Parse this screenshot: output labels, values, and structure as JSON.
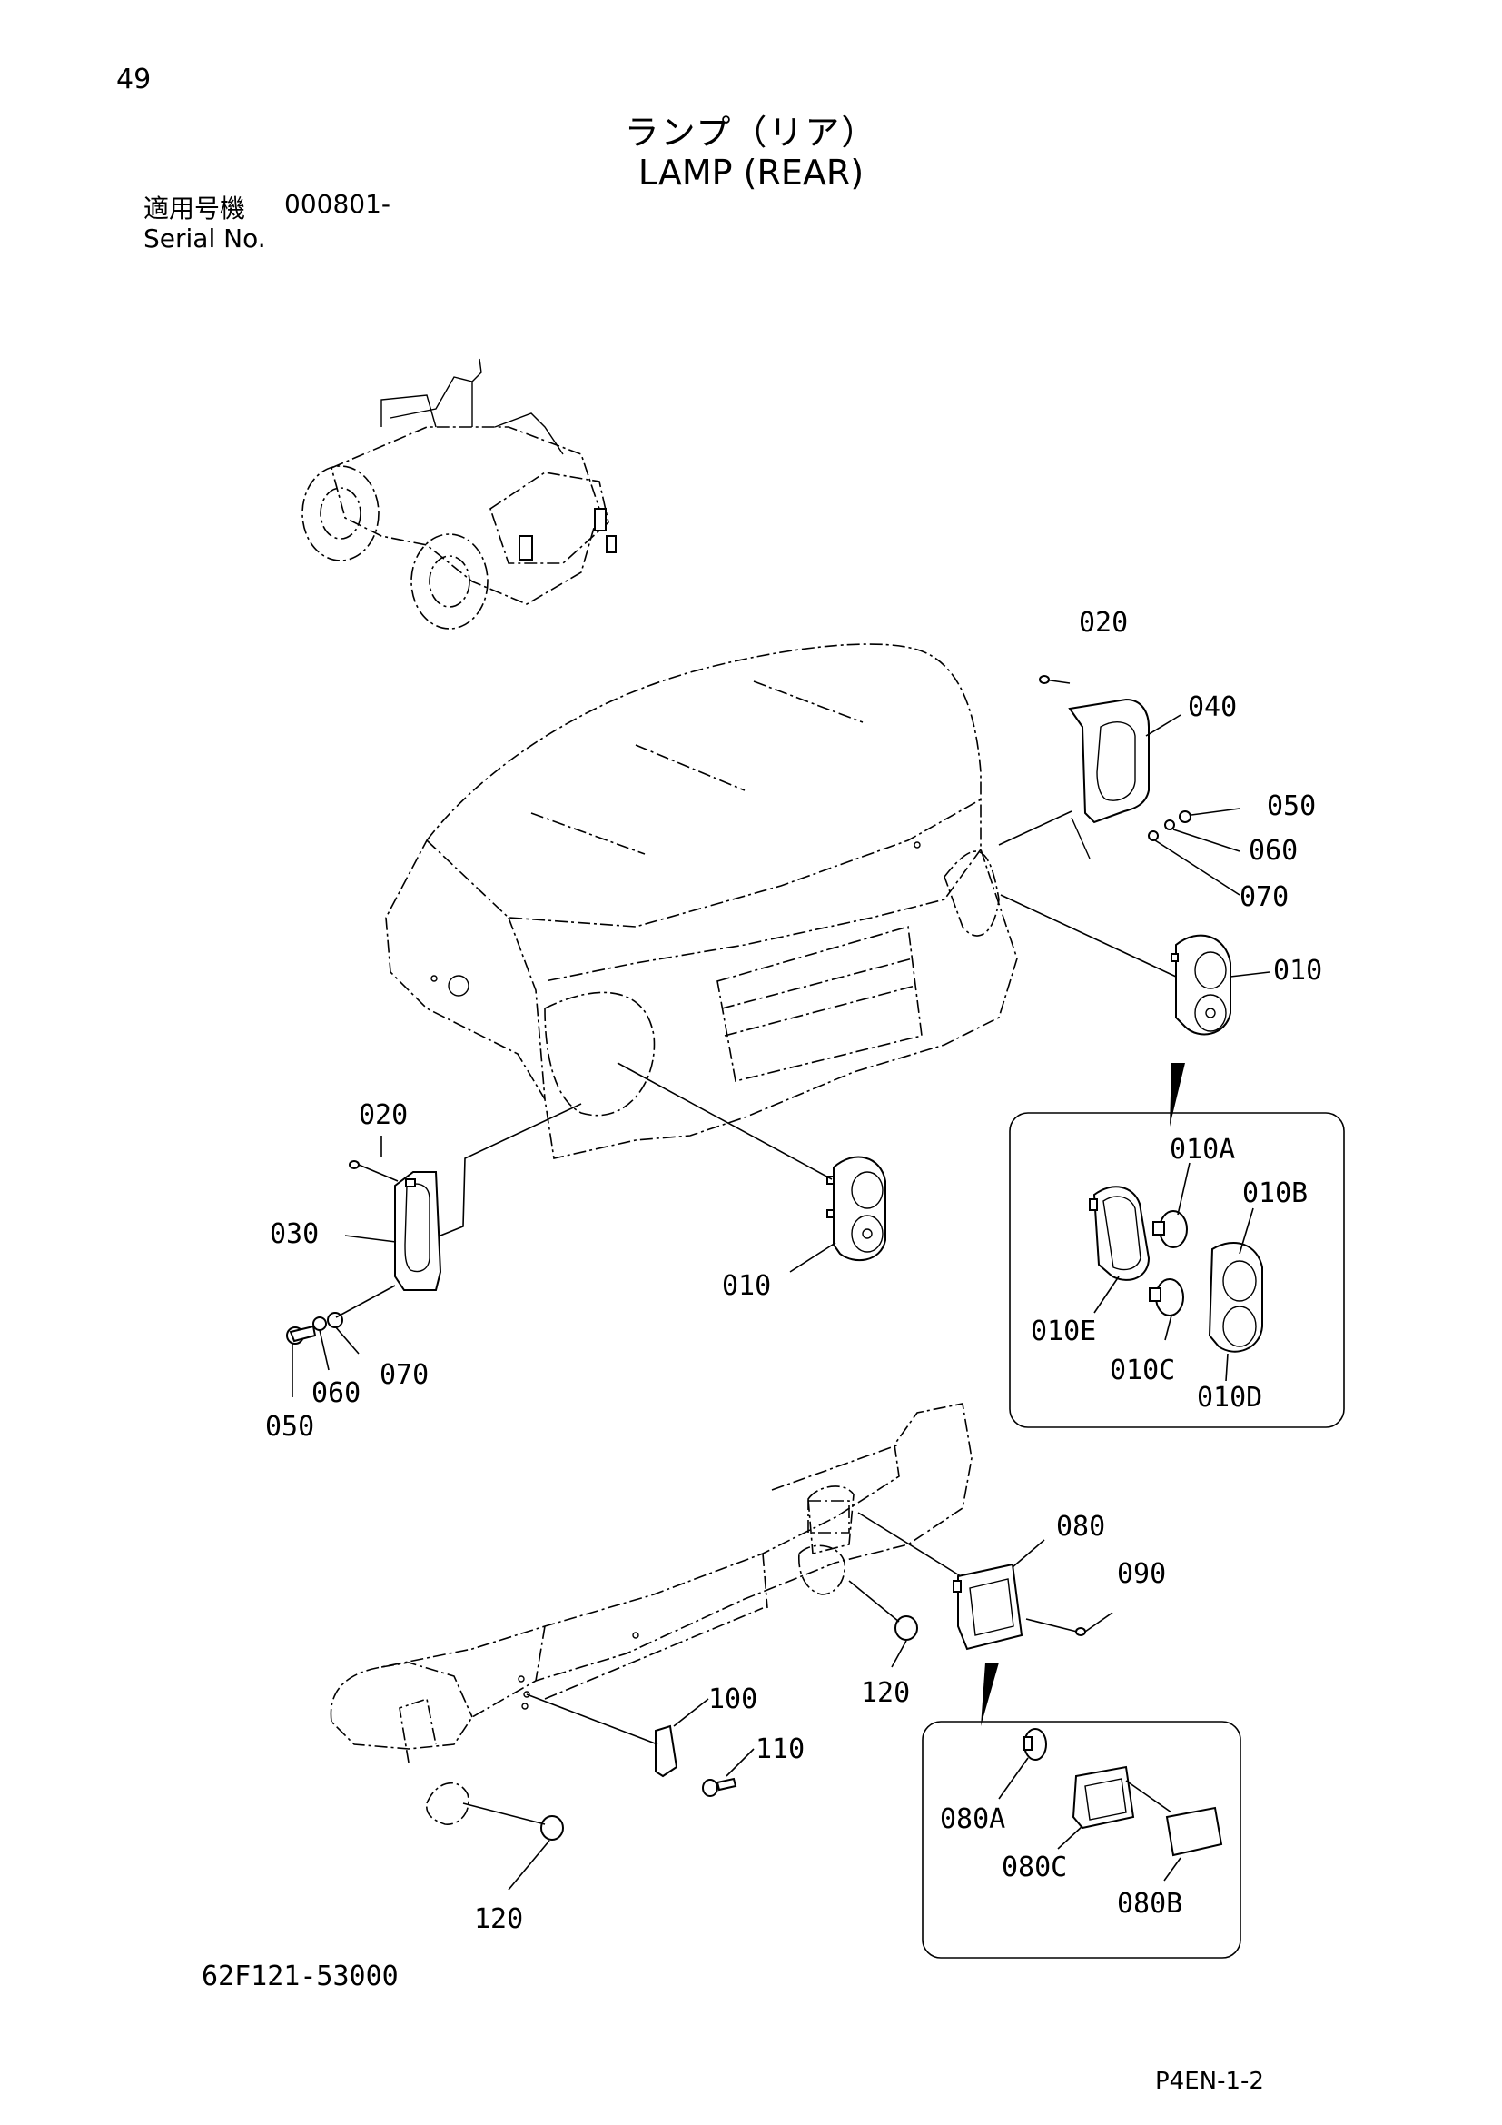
{
  "header": {
    "page_number": "49",
    "title_ja": "ランプ（リア）",
    "title_en": "LAMP (REAR)",
    "applicable_label": "適用号機",
    "serial_start": "000801-",
    "serial_label": "Serial No."
  },
  "callouts": {
    "c020_top": "020",
    "c040": "040",
    "c050_top": "050",
    "c060_top": "060",
    "c070_top": "070",
    "c010_right": "010",
    "c020_left": "020",
    "c030": "030",
    "c010_mid": "010",
    "c050_left": "050",
    "c060_left": "060",
    "c070_left": "070",
    "c080": "080",
    "c090": "090",
    "c100": "100",
    "c110": "110",
    "c120_right": "120",
    "c120_bottom": "120"
  },
  "detail_lamp": {
    "c010A": "010A",
    "c010B": "010B",
    "c010C": "010C",
    "c010D": "010D",
    "c010E": "010E"
  },
  "detail_plate": {
    "c080A": "080A",
    "c080B": "080B",
    "c080C": "080C"
  },
  "footer": {
    "drawing_number": "62F121-53000",
    "page_code": "P4EN-1-2"
  }
}
